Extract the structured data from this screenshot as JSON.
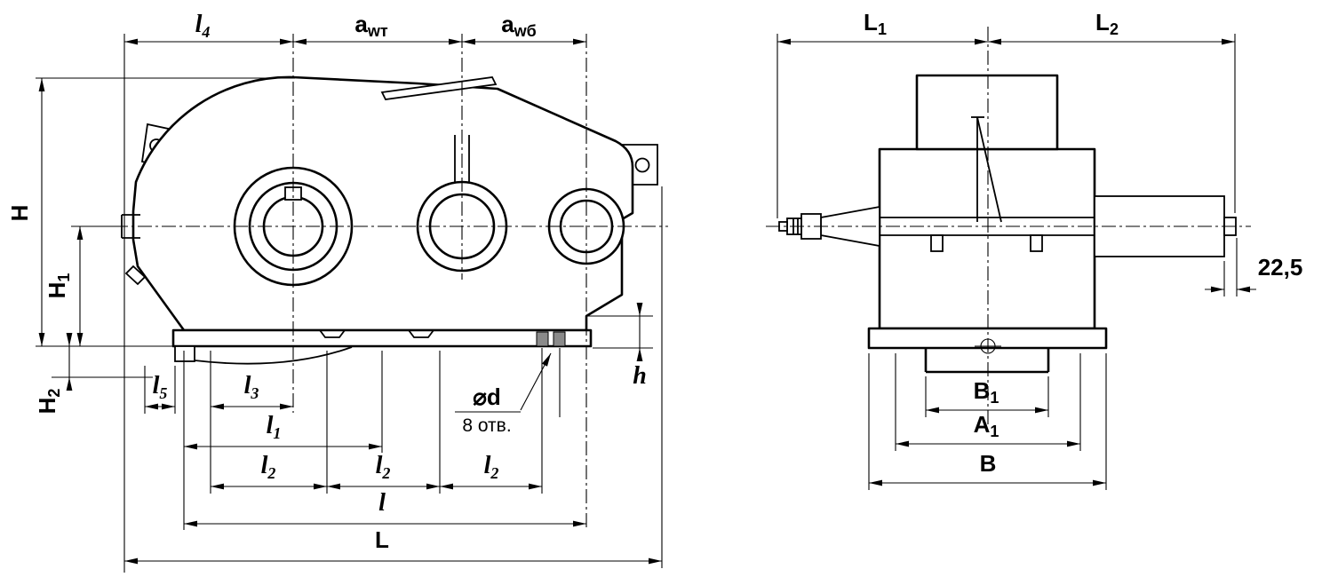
{
  "labels": {
    "l4": {
      "base": "l",
      "sub": "4"
    },
    "awt": {
      "base": "a",
      "sub": "wт"
    },
    "awb": {
      "base": "a",
      "sub": "wб"
    },
    "H": {
      "base": "H",
      "sub": ""
    },
    "H1": {
      "base": "H",
      "sub": "1"
    },
    "H2": {
      "base": "H",
      "sub": "2"
    },
    "l5": {
      "base": "l",
      "sub": "5"
    },
    "l3": {
      "base": "l",
      "sub": "3"
    },
    "l1": {
      "base": "l",
      "sub": "1"
    },
    "l2a": {
      "base": "l",
      "sub": "2"
    },
    "l2b": {
      "base": "l",
      "sub": "2"
    },
    "l2c": {
      "base": "l",
      "sub": "2"
    },
    "l": {
      "base": "l",
      "sub": ""
    },
    "L": {
      "base": "L",
      "sub": ""
    },
    "h": {
      "base": "h",
      "sub": ""
    },
    "d_hole": {
      "base": "⌀d",
      "sub": ""
    },
    "hole_count": "8 отв.",
    "L1": {
      "base": "L",
      "sub": "1"
    },
    "L2": {
      "base": "L",
      "sub": "2"
    },
    "B1": {
      "base": "B",
      "sub": "1"
    },
    "A1": {
      "base": "A",
      "sub": "1"
    },
    "B": {
      "base": "B",
      "sub": ""
    },
    "offset": "22,5"
  },
  "colors": {
    "line": "#000000",
    "background": "#ffffff",
    "hole_fill": "#8a8a8a"
  }
}
